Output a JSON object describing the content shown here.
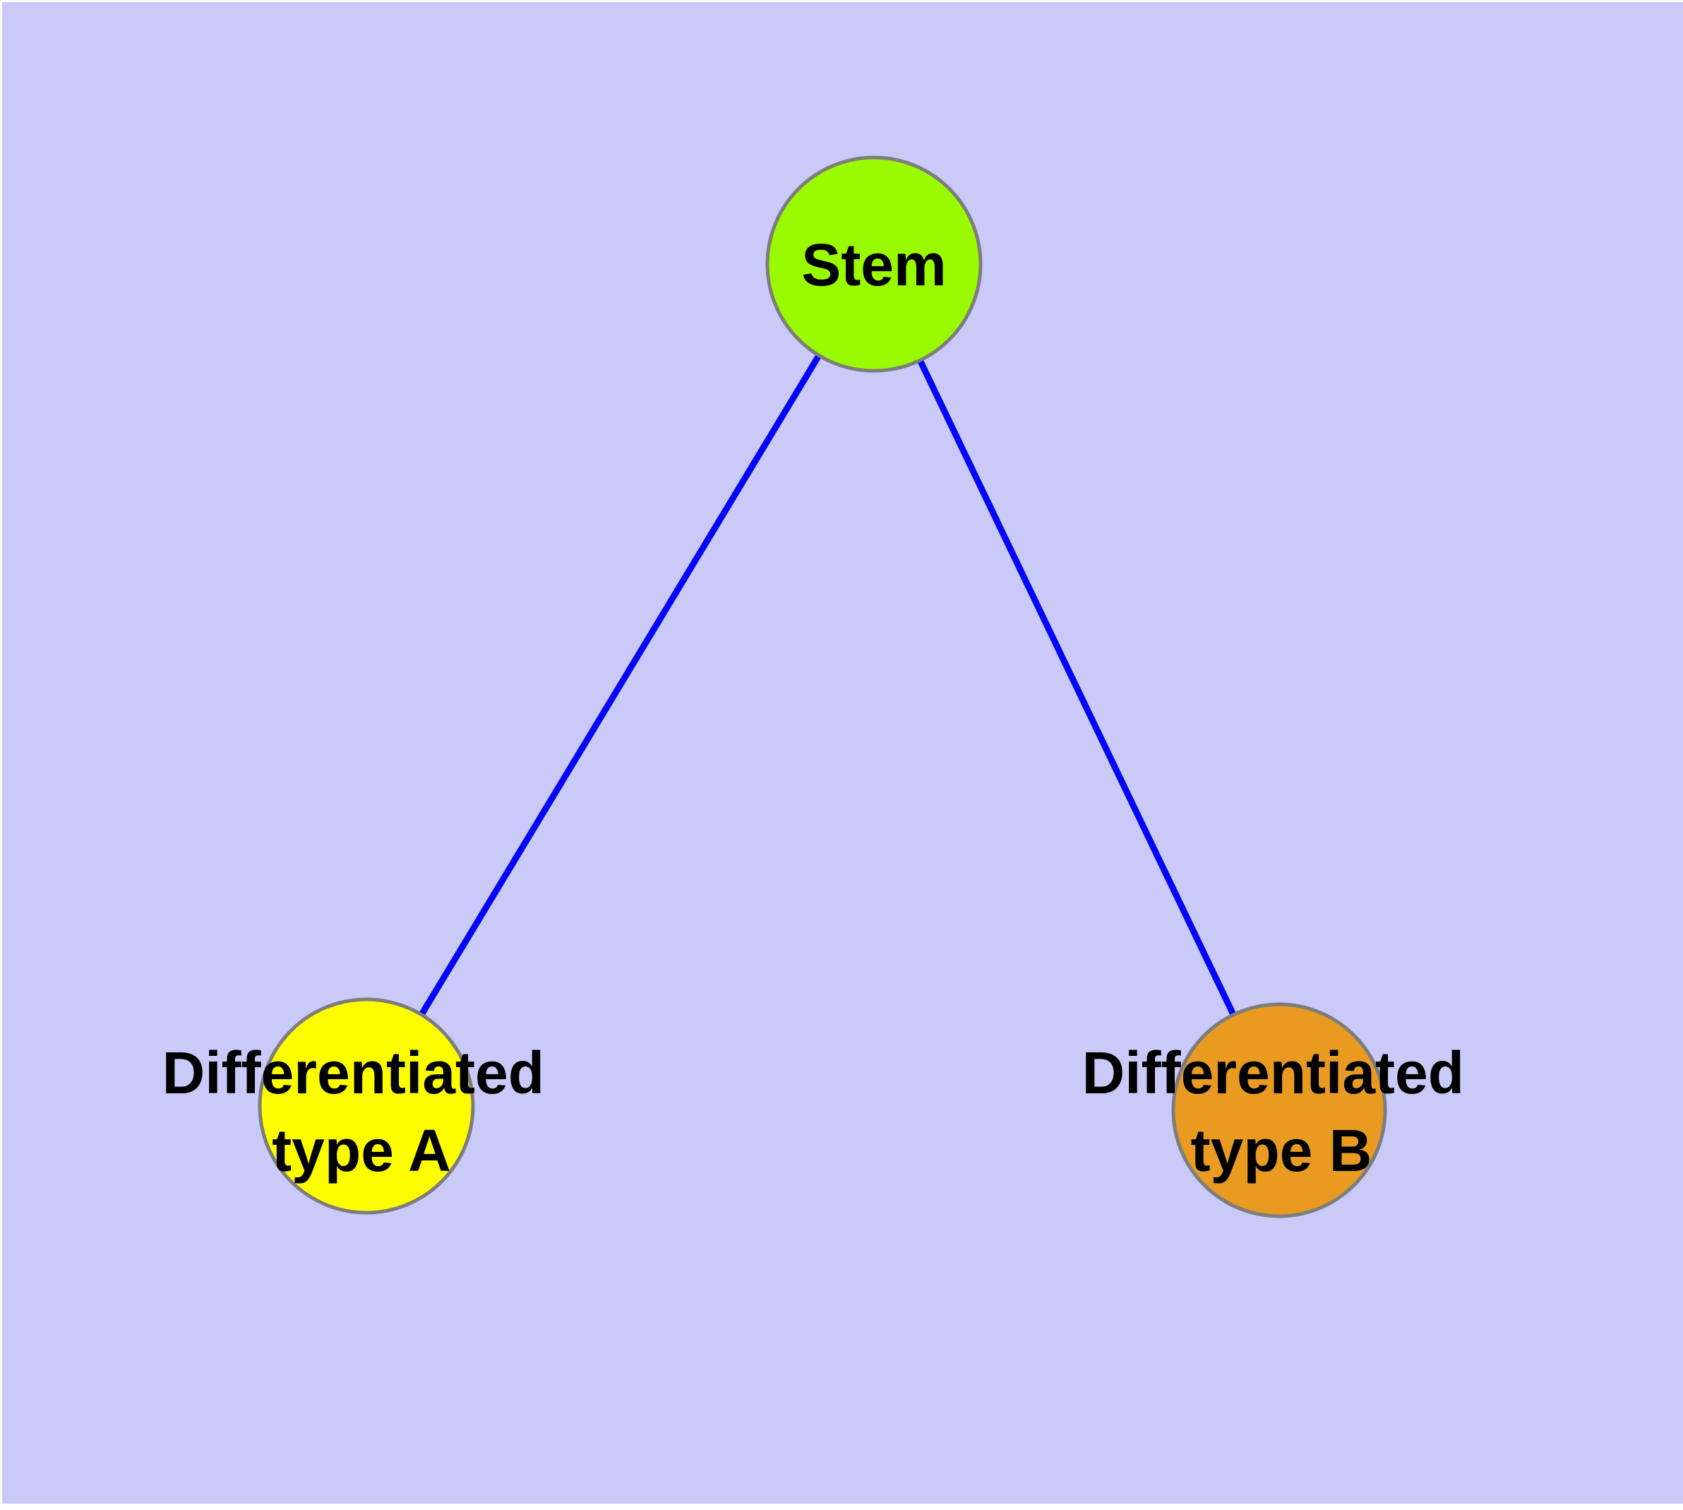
{
  "canvas": {
    "background_color": "#cacaf9",
    "page_margin_color": "#ffffff"
  },
  "edge_style": {
    "color": "#0505f5",
    "node_border_color": "#7d7d7d"
  },
  "nodes": {
    "stem": {
      "label": "Stem",
      "fill": "#9afb00",
      "stroke": "#7d7d7d"
    },
    "type_a": {
      "label_line1": "Differentiated",
      "label_line2": "type A",
      "label_full": "Differentiated type A",
      "fill": "#fdfd00",
      "stroke": "#7d7d7d"
    },
    "type_b": {
      "label_line1": "Differentiated",
      "label_line2": "type B",
      "label_full": "Differentiated type B",
      "fill": "#e89b20",
      "stroke": "#7d7d7d"
    }
  },
  "edges": [
    {
      "source": "Stem",
      "target": "Differentiated type A"
    },
    {
      "source": "Stem",
      "target": "Differentiated type B"
    }
  ]
}
